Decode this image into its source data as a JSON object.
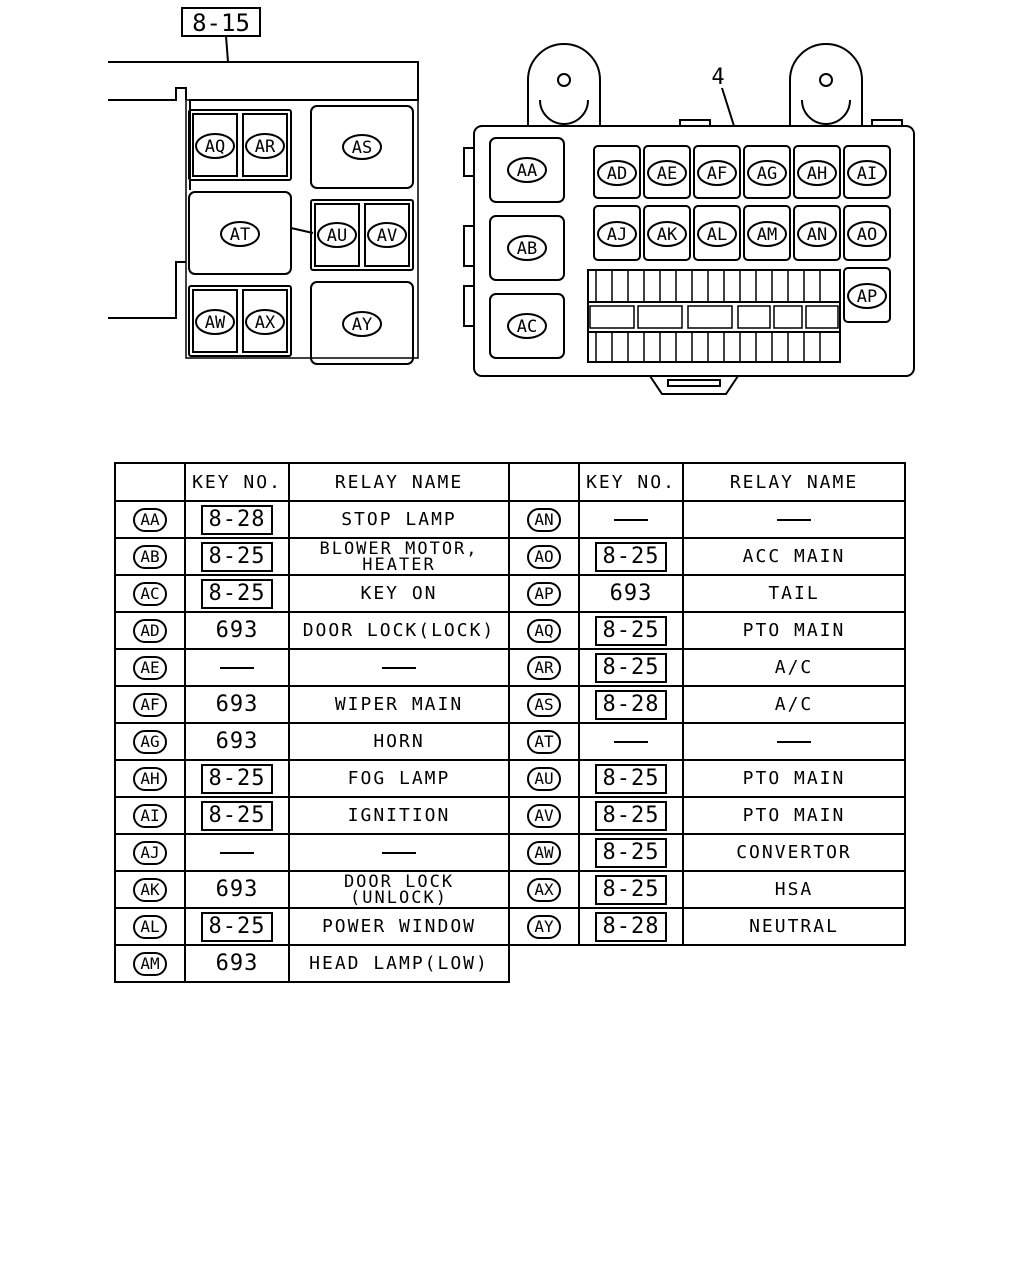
{
  "diagram": {
    "ref_label": "8-15",
    "part_callout": "4",
    "left_block": [
      "AQ",
      "AR",
      "AS",
      "AT",
      "AU",
      "AV",
      "AW",
      "AX",
      "AY"
    ],
    "box_top_row": [
      "AD",
      "AE",
      "AF",
      "AG",
      "AH",
      "AI"
    ],
    "box_mid_row": [
      "AJ",
      "AK",
      "AL",
      "AM",
      "AN",
      "AO"
    ],
    "box_left_col": [
      "AA",
      "AB",
      "AC"
    ],
    "box_right": "AP"
  },
  "table": {
    "headers": {
      "key": "KEY NO.",
      "name": "RELAY NAME"
    },
    "left": [
      {
        "code": "AA",
        "key": "8-28",
        "boxed": true,
        "name": "STOP LAMP"
      },
      {
        "code": "AB",
        "key": "8-25",
        "boxed": true,
        "name": "BLOWER MOTOR,",
        "name2": "HEATER"
      },
      {
        "code": "AC",
        "key": "8-25",
        "boxed": true,
        "name": "KEY ON"
      },
      {
        "code": "AD",
        "key": "693",
        "boxed": false,
        "name": "DOOR LOCK(LOCK)"
      },
      {
        "code": "AE",
        "key": "—",
        "boxed": false,
        "name": "—"
      },
      {
        "code": "AF",
        "key": "693",
        "boxed": false,
        "name": "WIPER MAIN"
      },
      {
        "code": "AG",
        "key": "693",
        "boxed": false,
        "name": "HORN"
      },
      {
        "code": "AH",
        "key": "8-25",
        "boxed": true,
        "name": "FOG LAMP"
      },
      {
        "code": "AI",
        "key": "8-25",
        "boxed": true,
        "name": "IGNITION"
      },
      {
        "code": "AJ",
        "key": "—",
        "boxed": false,
        "name": "—"
      },
      {
        "code": "AK",
        "key": "693",
        "boxed": false,
        "name": "DOOR LOCK",
        "name2": "(UNLOCK)"
      },
      {
        "code": "AL",
        "key": "8-25",
        "boxed": true,
        "name": "POWER WINDOW"
      },
      {
        "code": "AM",
        "key": "693",
        "boxed": false,
        "name": "HEAD LAMP(LOW)"
      }
    ],
    "right": [
      {
        "code": "AN",
        "key": "—",
        "boxed": false,
        "name": "—"
      },
      {
        "code": "AO",
        "key": "8-25",
        "boxed": true,
        "name": "ACC MAIN"
      },
      {
        "code": "AP",
        "key": "693",
        "boxed": false,
        "name": "TAIL"
      },
      {
        "code": "AQ",
        "key": "8-25",
        "boxed": true,
        "name": "PTO MAIN"
      },
      {
        "code": "AR",
        "key": "8-25",
        "boxed": true,
        "name": "A/C"
      },
      {
        "code": "AS",
        "key": "8-28",
        "boxed": true,
        "name": "A/C"
      },
      {
        "code": "AT",
        "key": "—",
        "boxed": false,
        "name": "—"
      },
      {
        "code": "AU",
        "key": "8-25",
        "boxed": true,
        "name": "PTO MAIN"
      },
      {
        "code": "AV",
        "key": "8-25",
        "boxed": true,
        "name": "PTO MAIN"
      },
      {
        "code": "AW",
        "key": "8-25",
        "boxed": true,
        "name": "CONVERTOR"
      },
      {
        "code": "AX",
        "key": "8-25",
        "boxed": true,
        "name": "HSA"
      },
      {
        "code": "AY",
        "key": "8-28",
        "boxed": true,
        "name": "NEUTRAL"
      }
    ]
  }
}
